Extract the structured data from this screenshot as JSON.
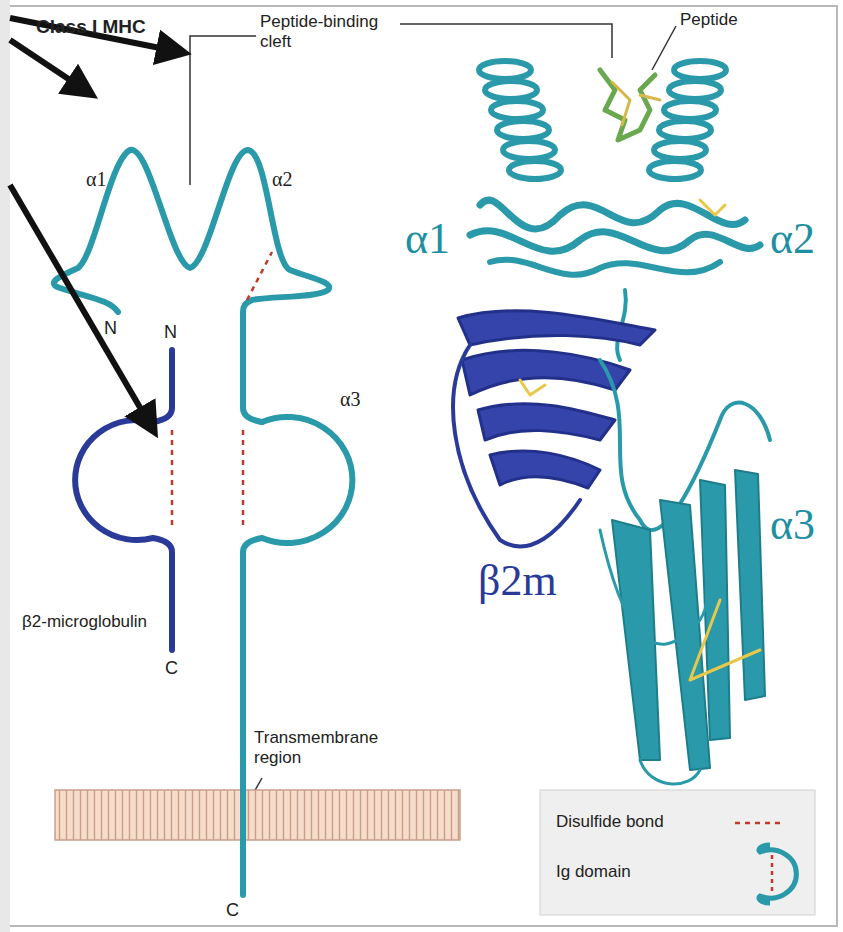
{
  "diagram": {
    "title": "Class I MHC",
    "labels": [
      "Peptide-binding cleft",
      "Peptide",
      "α1",
      "α2",
      "α1",
      "α2",
      "N",
      "N",
      "α3",
      "α3",
      "β2m",
      "β2-microglobulin",
      "C",
      "Transmembrane region",
      "C"
    ],
    "legend": [
      {
        "text": "Disulfide bond"
      },
      {
        "text": "Ig domain"
      }
    ]
  }
}
